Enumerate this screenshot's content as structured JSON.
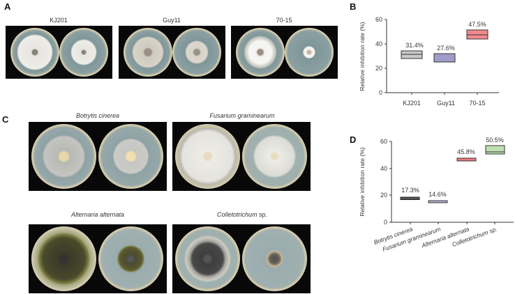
{
  "panels": {
    "A": {
      "label": "A",
      "strains": [
        "KJ201",
        "Guy11",
        "70-15"
      ]
    },
    "B": {
      "label": "B"
    },
    "C": {
      "label": "C",
      "fungi": [
        {
          "name": "Botrytis cinerea",
          "italic_suffix": ""
        },
        {
          "name": "Fusarium graminearum",
          "italic_suffix": ""
        },
        {
          "name": "Alternaria alternata",
          "italic_suffix": ""
        },
        {
          "name": "Colletotrichum",
          "suffix": " sp."
        }
      ]
    },
    "D": {
      "label": "D"
    }
  },
  "chart_data": [
    {
      "panel": "B",
      "type": "box",
      "title": "",
      "xlabel": "",
      "ylabel": "Relative inhibition rate (%)",
      "ylim": [
        0,
        60
      ],
      "yticks": [
        0,
        20,
        40,
        60
      ],
      "categories": [
        "KJ201",
        "Guy11",
        "70-15"
      ],
      "values": [
        31.4,
        27.6,
        47.5
      ],
      "value_labels": [
        "31.4%",
        "27.6%",
        "47.5%"
      ],
      "box_ranges": [
        [
          28.5,
          34.5
        ],
        [
          25,
          32
        ],
        [
          44,
          51.5
        ]
      ],
      "colors": [
        "#c8c8c8",
        "#a09cc8",
        "#f08a8e"
      ],
      "grid": false
    },
    {
      "panel": "D",
      "type": "box",
      "title": "",
      "xlabel": "",
      "ylabel": "Relative inhibition rate (%)",
      "ylim": [
        0,
        60
      ],
      "yticks": [
        0,
        20,
        40,
        60
      ],
      "categories": [
        "Botrytis cinerea",
        "Fusarium graminearum",
        "Alternaria alternata",
        "Colletotrichum sp."
      ],
      "values": [
        17.3,
        14.6,
        45.8,
        50.5
      ],
      "value_labels": [
        "17.3%",
        "14.6%",
        "45.8%",
        "50.5%"
      ],
      "box_ranges": [
        [
          16.5,
          18.3
        ],
        [
          14,
          15.6
        ],
        [
          45,
          47
        ],
        [
          48.3,
          54
        ]
      ],
      "colors": [
        "#555555",
        "#b4b0dc",
        "#ee7a80",
        "#bfe0b0"
      ],
      "grid": false
    }
  ]
}
